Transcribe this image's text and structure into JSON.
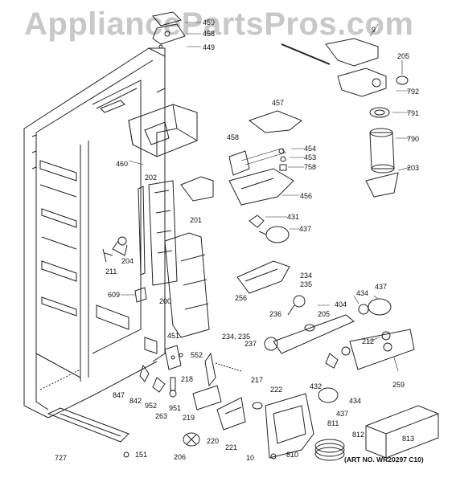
{
  "watermark": "AppliancePartsPros.com",
  "art_note": "(ART NO. WR20297 C10)",
  "part_labels": {
    "p459": "459",
    "p458top": "458",
    "p449": "449",
    "p9": "9",
    "p205a": "205",
    "p792": "792",
    "p791": "791",
    "p790": "790",
    "p203": "203",
    "p457": "457",
    "p454": "454",
    "p453": "453",
    "p758": "758",
    "p458": "458",
    "p456": "456",
    "p460": "460",
    "p202": "202",
    "p201": "201",
    "p431": "431",
    "p437a": "437",
    "p204": "204",
    "p211": "211",
    "p609": "609",
    "p200": "200",
    "p256": "256",
    "p234a": "234",
    "p235a": "235",
    "p236": "236",
    "p205b": "205",
    "p404": "404",
    "p434a": "434",
    "p437b": "437",
    "p212": "212",
    "p451": "451",
    "p234b": "234, 235",
    "p237": "237",
    "p552": "552",
    "p218": "218",
    "p217": "217",
    "p222": "222",
    "p432": "432",
    "p259": "259",
    "p434b": "434",
    "p847": "847",
    "p842": "842",
    "p952": "952",
    "p951": "951",
    "p263": "263",
    "p219": "219",
    "p437c": "437",
    "p811": "811",
    "p727": "727",
    "p151": "151",
    "p206": "206",
    "p220": "220",
    "p221": "221",
    "p10": "10",
    "p810": "810",
    "p812": "812",
    "p813": "813"
  }
}
